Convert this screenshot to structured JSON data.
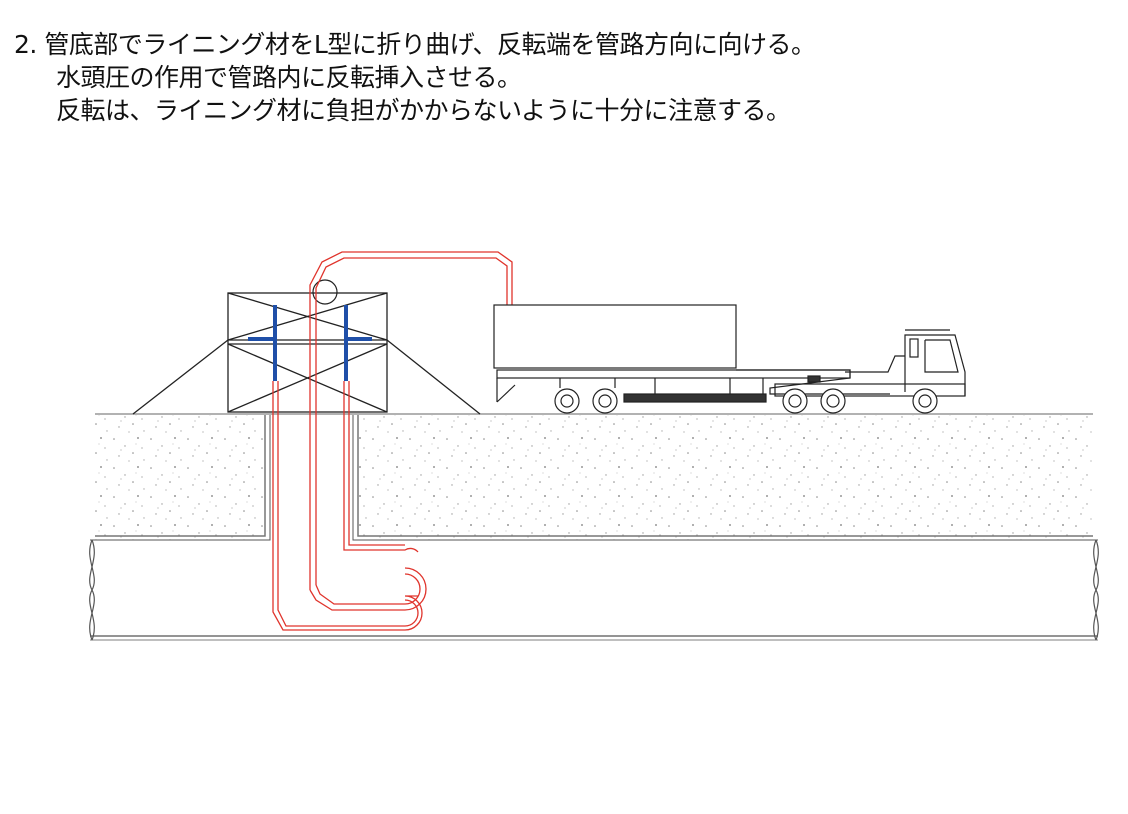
{
  "caption": {
    "step_number": "2.",
    "line1": "管底部でライニング材をL型に折り曲げ、反転端を管路方向に向ける。",
    "line2": "水頭圧の作用で管路内に反転挿入させる。",
    "line3": "反転は、ライニング材に負担がかからないように十分に注意する。"
  },
  "colors": {
    "lining_hose": "#e0342c",
    "scaffold_pole": "#1f4fa8",
    "line": "#222222",
    "soil_dots": "#8a8a8a"
  }
}
